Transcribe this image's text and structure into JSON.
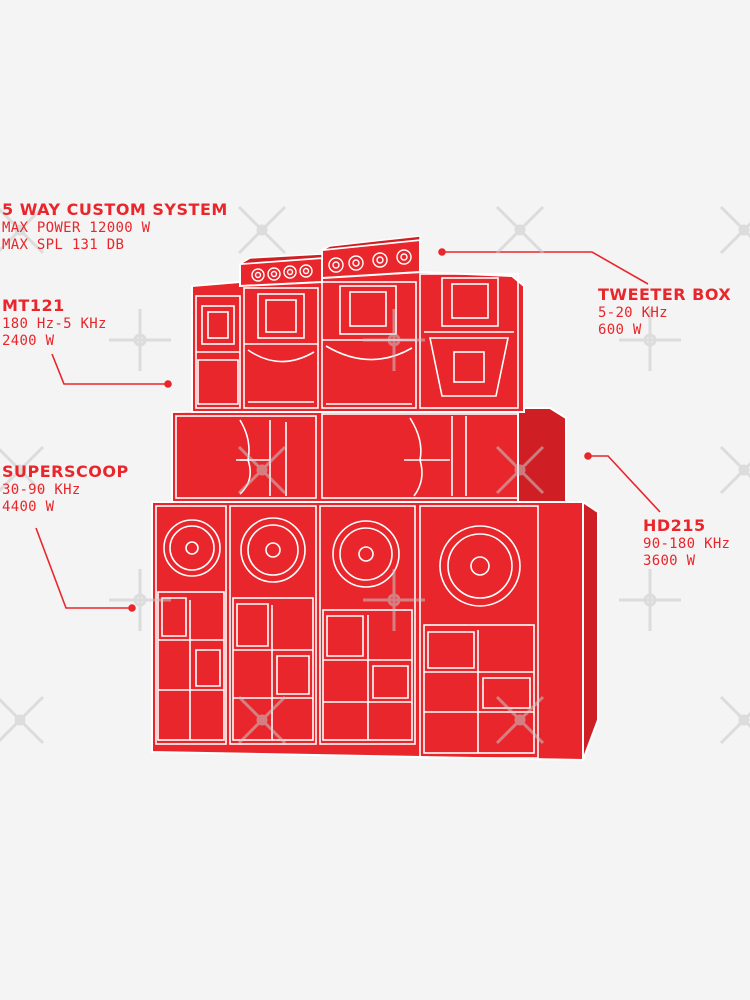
{
  "colors": {
    "accent": "#e8262b",
    "line": "#ffffff",
    "background": "#f4f4f4",
    "watermark": "#c9c9c9"
  },
  "labels": {
    "system": {
      "title": "5 WAY CUSTOM SYSTEM",
      "line1": "MAX POWER 12000 W",
      "line2": "MAX SPL 131 DB"
    },
    "mt121": {
      "title": "MT121",
      "line1": "180 Hz-5 KHz",
      "line2": "2400 W"
    },
    "superscoop": {
      "title": "SUPERSCOOP",
      "line1": "30-90 KHz",
      "line2": "4400 W"
    },
    "tweeter": {
      "title": "TWEETER BOX",
      "line1": "5-20 KHz",
      "line2": "600 W"
    },
    "hd215": {
      "title": "HD215",
      "line1": "90-180 KHz",
      "line2": "3600 W"
    }
  },
  "watermark": {
    "icon": "watermark-cross-icon"
  }
}
